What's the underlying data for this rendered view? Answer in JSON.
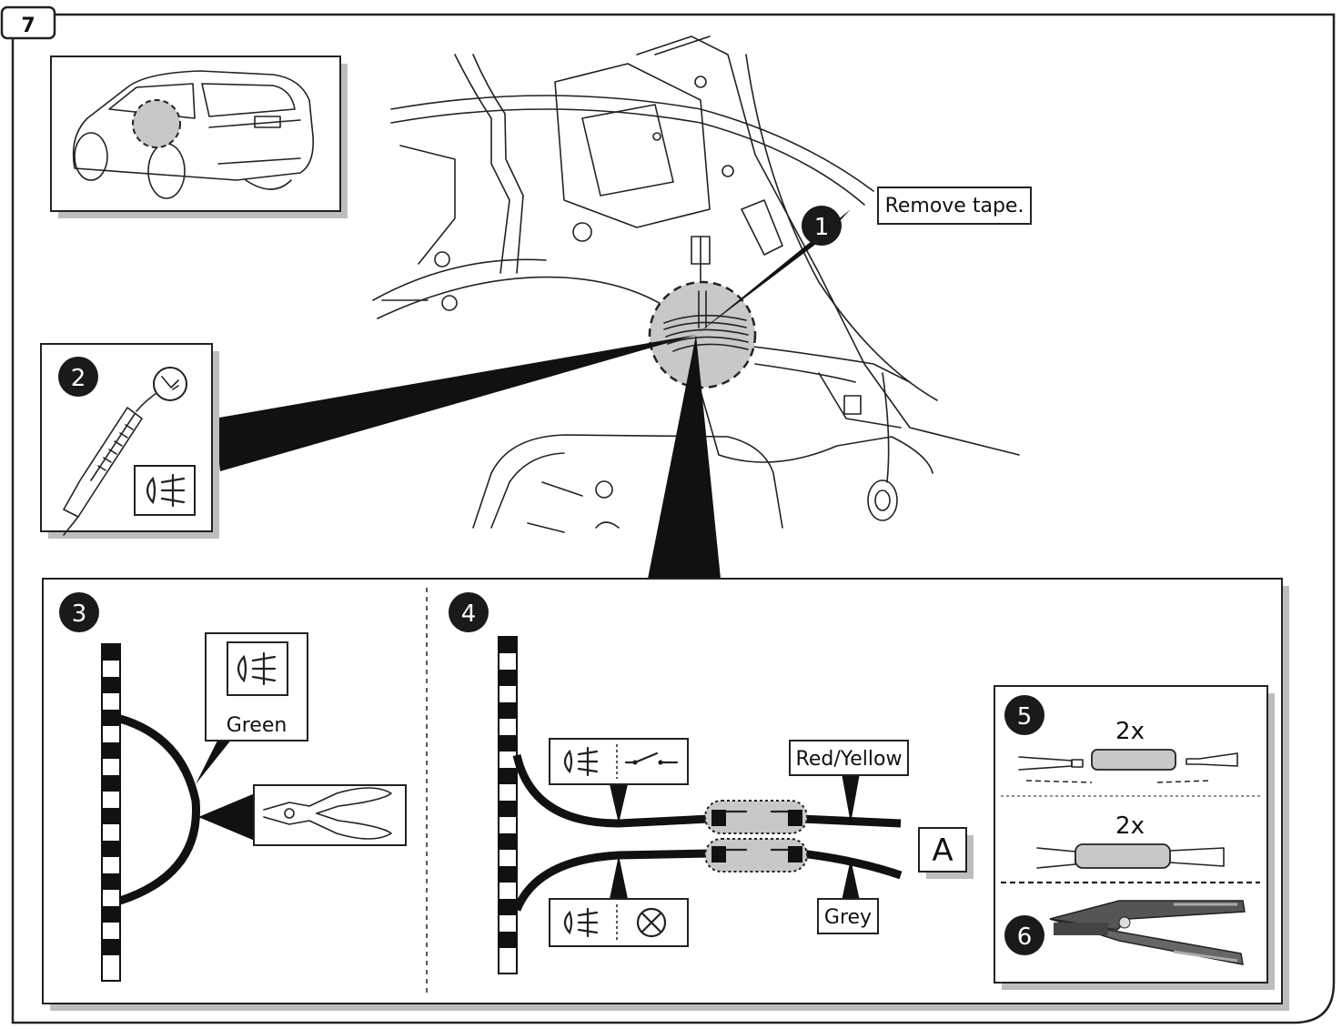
{
  "step": {
    "number": "7"
  },
  "callouts": {
    "c1": "1",
    "c2": "2",
    "c3": "3",
    "c4": "4",
    "c5": "5",
    "c6": "6"
  },
  "labels": {
    "remove_tape": "Remove tape.",
    "green": "Green",
    "red_yellow": "Red/Yellow",
    "grey": "Grey",
    "connector_a": "A",
    "qty_top": "2x",
    "qty_bottom": "2x"
  },
  "icons": {
    "fog_lamp": "fog-lamp-icon",
    "switch": "switch-icon",
    "lamp": "lamp-icon",
    "test_light": "test-light-icon",
    "side_cutter": "side-cutter-icon",
    "crimp_tool": "crimp-tool-icon"
  },
  "colors": {
    "line": "#222222",
    "shadow": "#bdbdbd",
    "highlight": "#c8c8c8",
    "badge": "#1a1a1a"
  }
}
